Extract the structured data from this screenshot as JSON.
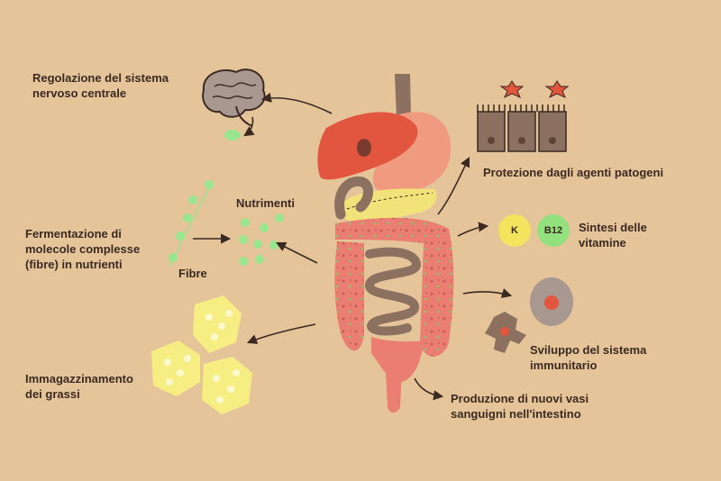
{
  "labels": {
    "cns": "Regolazione del sistema\nnervoso centrale",
    "nutrients": "Nutrimenti",
    "fermentation": "Fermentazione di\nmolecole complesse\n(fibre) in nutrienti",
    "fiber": "Fibre",
    "fat": "Immagazzinamento\ndei grassi",
    "pathogens": "Protezione dagli agenti patogeni",
    "vitamins": "Sintesi delle\nvitamine",
    "immune": "Sviluppo del sistema\nimmunitario",
    "vessels": "Produzione di nuovi vasi\nsanguigni nell'intestino"
  },
  "vitamin_badges": [
    {
      "text": "K",
      "color": "#f4e35c"
    },
    {
      "text": "B12",
      "color": "#92e07e"
    }
  ],
  "colors": {
    "background": "#e6c49a",
    "intestine": "#ea7e73",
    "small_intestine": "#8c7060",
    "liver": "#e2553e",
    "stomach": "#f09a80",
    "pancreas": "#f2e27a",
    "fat_cells": "#f6ee82",
    "nutrient_dots": "#98e78e",
    "arrows": "#3a2a22",
    "text": "#3a2a22"
  },
  "icons": [
    "brain-icon",
    "fat-cells-icon",
    "fiber-chain-icon",
    "nutrient-dots-icon",
    "epithelium-icon",
    "pathogen-icon",
    "immune-cell-icon"
  ]
}
